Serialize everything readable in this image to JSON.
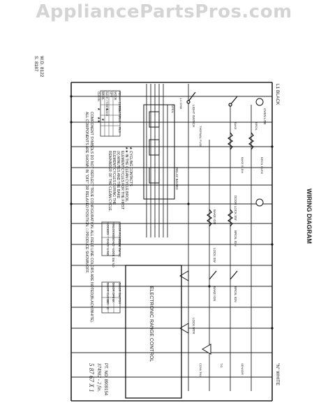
{
  "watermark": "AppliancePartsPros.com",
  "diagram": {
    "title": "WIRING DIAGRAM",
    "doc_refs": [
      "W.D. 8122",
      "S. 8187"
    ],
    "terminals": {
      "line_black": "L1 BLACK",
      "neutral_white": "\"N\" WHITE"
    },
    "control_label": "ELECTRONIC RANGE CONTROL",
    "switch_labels": [
      "LIGHT SWITCH",
      "OVEN LITE",
      "DOOR LOCK SW",
      "LOCK SW",
      "BAKE IGN",
      "BROIL IGN",
      "BAKE IGN",
      "BROIL IGN",
      "LOCK MTR",
      "RELAY BOARD"
    ],
    "cycling_note": {
      "lines": [
        "★ CYCLING CONTACTS",
        "★★ IN THE CLEAN CYCLE BROIL",
        "ELEMENT CYCLES FOR THE FIRST",
        "(X) MINUTES AND THE BAKE",
        "ELEMENT CYCLES DURING THE",
        "REMAINDER OF THE CLEAN CYCLE."
      ]
    },
    "relay_table": {
      "headers": [
        "RELAY CONTACTS",
        "RL1",
        "RL2",
        "RL3"
      ],
      "rows": [
        [
          "MODE",
          "",
          "",
          ""
        ],
        [
          "OFF",
          "",
          "",
          ""
        ],
        [
          "BAKE / TIME BAKE",
          "★",
          "",
          ""
        ],
        [
          "BROIL",
          "",
          "★",
          ""
        ],
        [
          "CLEAN",
          "★",
          "★★",
          ""
        ]
      ]
    },
    "lock_table": {
      "headers": [
        "DOOR POSITION",
        "LOCK SW NC",
        "LOCK SW NO"
      ],
      "rows": [
        [
          "UNLOCKED",
          "C-NC",
          ""
        ],
        [
          "LOCKED",
          "C-NO",
          "L-NO"
        ]
      ]
    },
    "door_table": {
      "headers": [
        "DOOR SWITCH",
        "",
        ""
      ],
      "rows": [
        [
          "DOOR OPEN",
          "X",
          ""
        ],
        [
          "DOOR CLOSED",
          "X",
          "O"
        ]
      ]
    },
    "footnote": [
      "COMPONENT SYMBOLS DO NOT REFLECT TRUE CONFIGURATION. ALL FIELD LINE COLORS ARE NOTED(BLACK/WHITE).",
      "ALL COMPONENTS ARE SHOWN IN \"OFF\" OR RELAXED POSITION. □ PRODUCE SHOWN OFF."
    ],
    "part_no": "PT. NO. 8909154",
    "handwritten": [
      "374982 - 2  fin.",
      "5 87 67 X 1"
    ],
    "small_labels": [
      "OPEN",
      "BAKE",
      "BROIL",
      "1.1 OHM",
      "THERMAL FUSE",
      "CONV FAN",
      "T.O.",
      "BAKE ELEM",
      "BROIL ELEM",
      "SENSOR"
    ]
  }
}
